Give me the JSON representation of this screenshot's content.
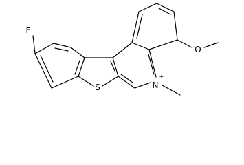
{
  "labels": {
    "fluorine": "F",
    "sulfur": "S",
    "nitrogen": "N",
    "charge": "+",
    "oxygen": "O"
  }
}
